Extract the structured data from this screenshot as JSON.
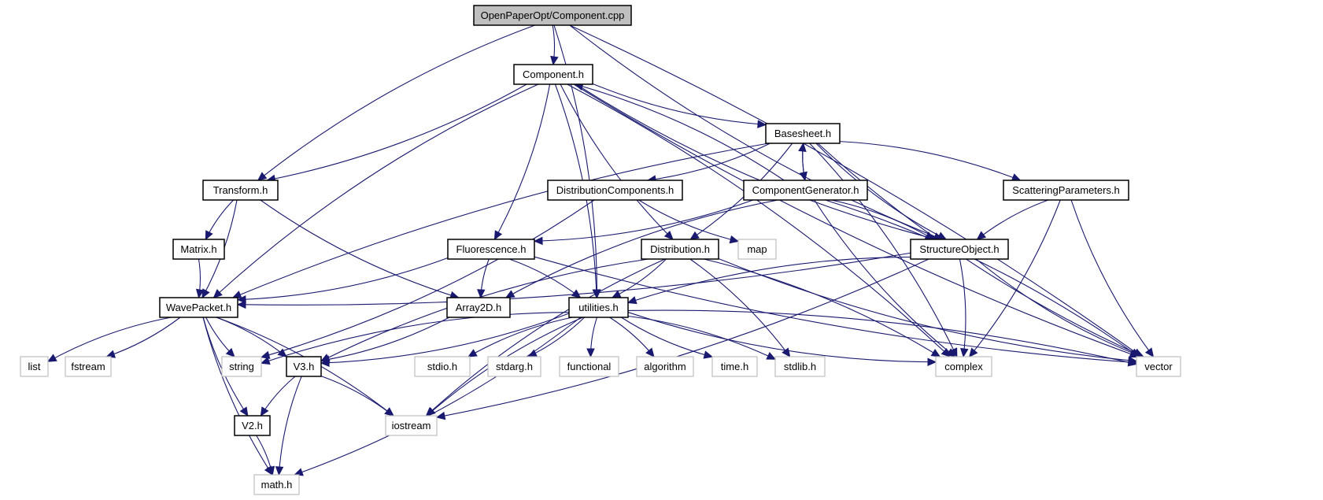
{
  "title": "OpenPaperOpt/Component.cpp include dependency graph",
  "colors": {
    "edge": "#191970",
    "root_fill": "#bfbfbf",
    "local_border": "#000000",
    "system_border": "#bfbfbf"
  },
  "nodes": [
    {
      "id": "component_cpp",
      "label": "OpenPaperOpt/Component.cpp",
      "kind": "root"
    },
    {
      "id": "component_h",
      "label": "Component.h",
      "kind": "local"
    },
    {
      "id": "basesheet_h",
      "label": "Basesheet.h",
      "kind": "local"
    },
    {
      "id": "transform_h",
      "label": "Transform.h",
      "kind": "local"
    },
    {
      "id": "distcomp_h",
      "label": "DistributionComponents.h",
      "kind": "local"
    },
    {
      "id": "compgen_h",
      "label": "ComponentGenerator.h",
      "kind": "local"
    },
    {
      "id": "scatter_h",
      "label": "ScatteringParameters.h",
      "kind": "local"
    },
    {
      "id": "matrix_h",
      "label": "Matrix.h",
      "kind": "local"
    },
    {
      "id": "fluor_h",
      "label": "Fluorescence.h",
      "kind": "local"
    },
    {
      "id": "dist_h",
      "label": "Distribution.h",
      "kind": "local"
    },
    {
      "id": "map",
      "label": "map",
      "kind": "system"
    },
    {
      "id": "structobj_h",
      "label": "StructureObject.h",
      "kind": "local"
    },
    {
      "id": "wavepacket_h",
      "label": "WavePacket.h",
      "kind": "local"
    },
    {
      "id": "array2d_h",
      "label": "Array2D.h",
      "kind": "local"
    },
    {
      "id": "utilities_h",
      "label": "utilities.h",
      "kind": "local"
    },
    {
      "id": "list",
      "label": "list",
      "kind": "system"
    },
    {
      "id": "fstream",
      "label": "fstream",
      "kind": "system"
    },
    {
      "id": "string",
      "label": "string",
      "kind": "system"
    },
    {
      "id": "v3_h",
      "label": "V3.h",
      "kind": "local"
    },
    {
      "id": "stdio_h",
      "label": "stdio.h",
      "kind": "system"
    },
    {
      "id": "stdarg_h",
      "label": "stdarg.h",
      "kind": "system"
    },
    {
      "id": "functional",
      "label": "functional",
      "kind": "system"
    },
    {
      "id": "algorithm",
      "label": "algorithm",
      "kind": "system"
    },
    {
      "id": "time_h",
      "label": "time.h",
      "kind": "system"
    },
    {
      "id": "stdlib_h",
      "label": "stdlib.h",
      "kind": "system"
    },
    {
      "id": "complex",
      "label": "complex",
      "kind": "system"
    },
    {
      "id": "vector",
      "label": "vector",
      "kind": "system"
    },
    {
      "id": "v2_h",
      "label": "V2.h",
      "kind": "local"
    },
    {
      "id": "iostream",
      "label": "iostream",
      "kind": "system"
    },
    {
      "id": "math_h",
      "label": "math.h",
      "kind": "system"
    }
  ],
  "edges": [
    [
      "component_cpp",
      "component_h"
    ],
    [
      "component_cpp",
      "transform_h"
    ],
    [
      "component_cpp",
      "utilities_h"
    ],
    [
      "component_cpp",
      "structobj_h"
    ],
    [
      "component_cpp",
      "vector"
    ],
    [
      "component_h",
      "basesheet_h"
    ],
    [
      "component_h",
      "transform_h"
    ],
    [
      "component_h",
      "wavepacket_h"
    ],
    [
      "component_h",
      "fluor_h"
    ],
    [
      "component_h",
      "dist_h"
    ],
    [
      "component_h",
      "utilities_h"
    ],
    [
      "component_h",
      "structobj_h"
    ],
    [
      "component_h",
      "complex"
    ],
    [
      "component_h",
      "vector"
    ],
    [
      "basesheet_h",
      "distcomp_h"
    ],
    [
      "basesheet_h",
      "compgen_h"
    ],
    [
      "basesheet_h",
      "scatter_h"
    ],
    [
      "basesheet_h",
      "wavepacket_h"
    ],
    [
      "basesheet_h",
      "dist_h"
    ],
    [
      "basesheet_h",
      "structobj_h"
    ],
    [
      "basesheet_h",
      "complex"
    ],
    [
      "basesheet_h",
      "vector"
    ],
    [
      "compgen_h",
      "basesheet_h"
    ],
    [
      "compgen_h",
      "component_h"
    ],
    [
      "compgen_h",
      "fluor_h"
    ],
    [
      "compgen_h",
      "array2d_h"
    ],
    [
      "compgen_h",
      "structobj_h"
    ],
    [
      "compgen_h",
      "complex"
    ],
    [
      "compgen_h",
      "vector"
    ],
    [
      "transform_h",
      "matrix_h"
    ],
    [
      "transform_h",
      "wavepacket_h"
    ],
    [
      "transform_h",
      "array2d_h"
    ],
    [
      "matrix_h",
      "wavepacket_h"
    ],
    [
      "distcomp_h",
      "map"
    ],
    [
      "distcomp_h",
      "string"
    ],
    [
      "scatter_h",
      "structobj_h"
    ],
    [
      "scatter_h",
      "complex"
    ],
    [
      "scatter_h",
      "vector"
    ],
    [
      "fluor_h",
      "wavepacket_h"
    ],
    [
      "fluor_h",
      "array2d_h"
    ],
    [
      "fluor_h",
      "utilities_h"
    ],
    [
      "fluor_h",
      "vector"
    ],
    [
      "dist_h",
      "utilities_h"
    ],
    [
      "dist_h",
      "v3_h"
    ],
    [
      "dist_h",
      "stdlib_h"
    ],
    [
      "dist_h",
      "iostream"
    ],
    [
      "dist_h",
      "complex"
    ],
    [
      "dist_h",
      "vector"
    ],
    [
      "structobj_h",
      "wavepacket_h"
    ],
    [
      "structobj_h",
      "utilities_h"
    ],
    [
      "structobj_h",
      "complex"
    ],
    [
      "structobj_h",
      "vector"
    ],
    [
      "structobj_h",
      "iostream"
    ],
    [
      "wavepacket_h",
      "list"
    ],
    [
      "wavepacket_h",
      "fstream"
    ],
    [
      "wavepacket_h",
      "string"
    ],
    [
      "wavepacket_h",
      "v3_h"
    ],
    [
      "wavepacket_h",
      "v2_h"
    ],
    [
      "wavepacket_h",
      "iostream"
    ],
    [
      "wavepacket_h",
      "math_h"
    ],
    [
      "array2d_h",
      "v3_h"
    ],
    [
      "utilities_h",
      "string"
    ],
    [
      "utilities_h",
      "v3_h"
    ],
    [
      "utilities_h",
      "stdio_h"
    ],
    [
      "utilities_h",
      "stdarg_h"
    ],
    [
      "utilities_h",
      "functional"
    ],
    [
      "utilities_h",
      "algorithm"
    ],
    [
      "utilities_h",
      "time_h"
    ],
    [
      "utilities_h",
      "stdlib_h"
    ],
    [
      "utilities_h",
      "complex"
    ],
    [
      "utilities_h",
      "vector"
    ],
    [
      "utilities_h",
      "iostream"
    ],
    [
      "utilities_h",
      "math_h"
    ],
    [
      "v3_h",
      "v2_h"
    ],
    [
      "v3_h",
      "iostream"
    ],
    [
      "v3_h",
      "math_h"
    ],
    [
      "v2_h",
      "math_h"
    ]
  ]
}
